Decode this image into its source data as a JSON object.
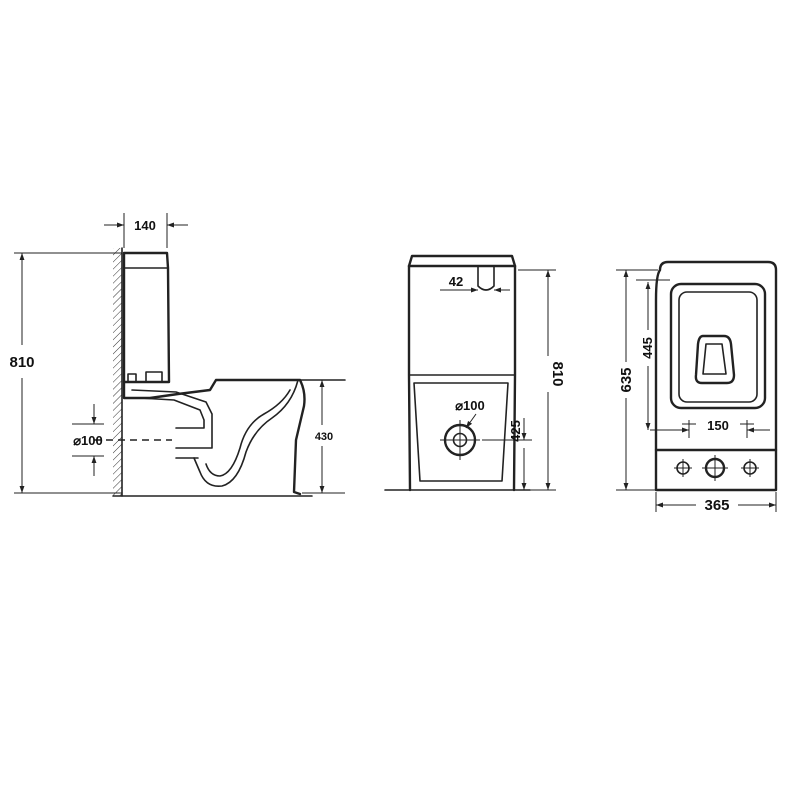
{
  "views": {
    "side": {
      "tank_width": "140",
      "total_height": "810",
      "outlet_diameter": "⌀100",
      "bowl_height": "430"
    },
    "front": {
      "inlet_offset": "42",
      "total_height": "810",
      "outlet_diameter": "⌀100",
      "outlet_height": "425"
    },
    "top": {
      "bowl_length": "445",
      "total_depth": "635",
      "bolt_spacing": "150",
      "width": "365"
    }
  }
}
